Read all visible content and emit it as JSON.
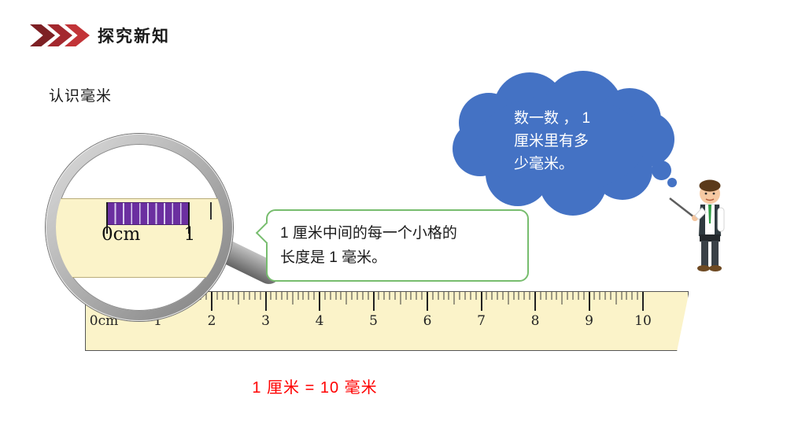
{
  "header": {
    "title": "探究新知"
  },
  "section_label": "认识毫米",
  "thought_cloud": {
    "lines": [
      "数一数 ， 1",
      "厘米里有多",
      "少毫米。"
    ]
  },
  "speech_bubble": {
    "lines": [
      "1 厘米中间的每一个小格的",
      "长度是 1 毫米。"
    ]
  },
  "magnifier": {
    "zero_label": "0cm",
    "one_label": "1"
  },
  "ruler": {
    "numbers": [
      "0cm",
      "1",
      "2",
      "3",
      "4",
      "5",
      "6",
      "7",
      "8",
      "9",
      "10"
    ],
    "minor_ticks_per_cm": 10
  },
  "formula": "1 厘米 = 10 毫米",
  "colors": {
    "cloud_blue": "#4472C4",
    "ruler_cream": "#FBF3C9",
    "stripe_purple": "#6B2FA0",
    "formula_red": "#FF0000",
    "bubble_green": "#77BD6E",
    "chevron_red": "#A3282E"
  }
}
